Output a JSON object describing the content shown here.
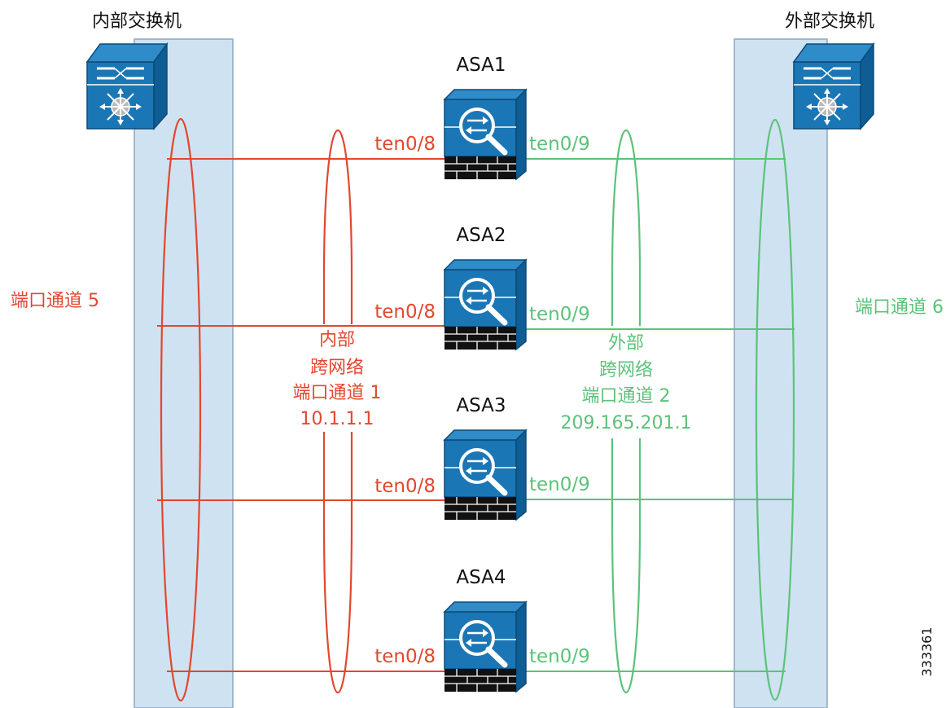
{
  "switches": {
    "inside": {
      "label": "内部交换机"
    },
    "outside": {
      "label": "外部交换机"
    }
  },
  "port_channels": {
    "pc5": {
      "label": "端口通道 5"
    },
    "pc6": {
      "label": "端口通道 6"
    }
  },
  "spanned_inside": {
    "line1": "内部",
    "line2": "跨网络",
    "line3": "端口通道 1",
    "line4": "10.1.1.1"
  },
  "spanned_outside": {
    "line1": "外部",
    "line2": "跨网络",
    "line3": "端口通道 2",
    "line4": "209.165.201.1"
  },
  "asas": [
    {
      "name": "ASA1",
      "left_port": "ten0/8",
      "right_port": "ten0/9"
    },
    {
      "name": "ASA2",
      "left_port": "ten0/8",
      "right_port": "ten0/9"
    },
    {
      "name": "ASA3",
      "left_port": "ten0/8",
      "right_port": "ten0/9"
    },
    {
      "name": "ASA4",
      "left_port": "ten0/8",
      "right_port": "ten0/9"
    }
  ],
  "figure_id": "333361",
  "colors": {
    "inside": "#e2472f",
    "outside": "#5cc279",
    "column_fill": "#cfe2f1",
    "column_stroke": "#8aa8c0",
    "device_blue": "#1b76b5",
    "device_blue_dark": "#0e4f80"
  }
}
